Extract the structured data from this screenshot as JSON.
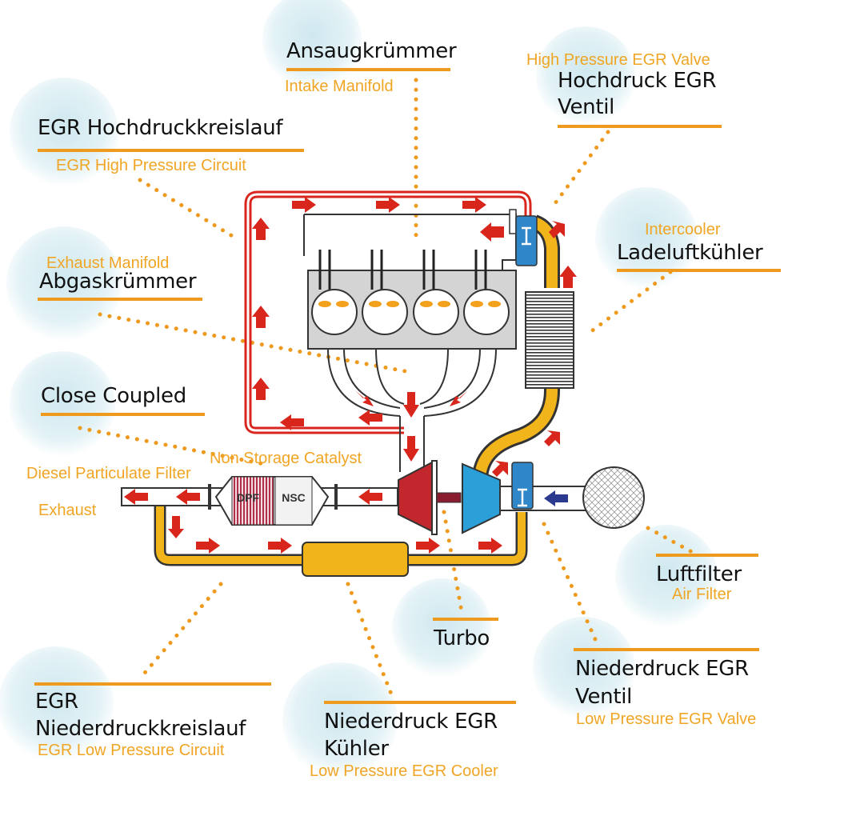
{
  "labels": {
    "intake_manifold": {
      "de": "Ansaugkrümmer",
      "en": "Intake Manifold"
    },
    "hp_egr_valve": {
      "de_line1": "Hochdruck EGR",
      "de_line2": "Ventil",
      "en": "High Pressure EGR Valve"
    },
    "egr_hp_circuit": {
      "de": "EGR Hochdruckkreislauf",
      "en": "EGR High Pressure Circuit"
    },
    "intercooler": {
      "de": "Ladeluftkühler",
      "en": "Intercooler"
    },
    "exhaust_manifold": {
      "de": "Abgaskrümmer",
      "en": "Exhaust Manifold"
    },
    "close_coupled": {
      "de": "Close Coupled",
      "en": "Non Storage Catalyst"
    },
    "dpf": {
      "en": "Diesel Particulate Filter",
      "tag": "DPF"
    },
    "nsc": {
      "tag": "NSC"
    },
    "exhaust": {
      "en": "Exhaust"
    },
    "air_filter": {
      "de": "Luftfilter",
      "en": "Air Filter"
    },
    "turbo": {
      "de": "Turbo"
    },
    "lp_egr_valve": {
      "de_line1": "Niederdruck EGR",
      "de_line2": "Ventil",
      "en": "Low Pressure EGR Valve"
    },
    "egr_lp_circuit": {
      "de_line1": "EGR",
      "de_line2": "Niederdruckkreislauf",
      "en": "EGR Low Pressure Circuit"
    },
    "lp_egr_cooler": {
      "de_line1": "Niederdruck EGR",
      "de_line2": "Kühler",
      "en": "Low Pressure EGR Cooler"
    }
  },
  "colors": {
    "accent_orange": "#ee9a1e",
    "label_orange": "#f0a524",
    "hot_gas_red": "#d9261c",
    "cool_air_yellow": "#f2b41b",
    "compressor_blue": "#2a9fd8",
    "valve_blue": "#2f86c8",
    "turbine_red": "#c1272d",
    "bubble": "#d9eef3"
  }
}
